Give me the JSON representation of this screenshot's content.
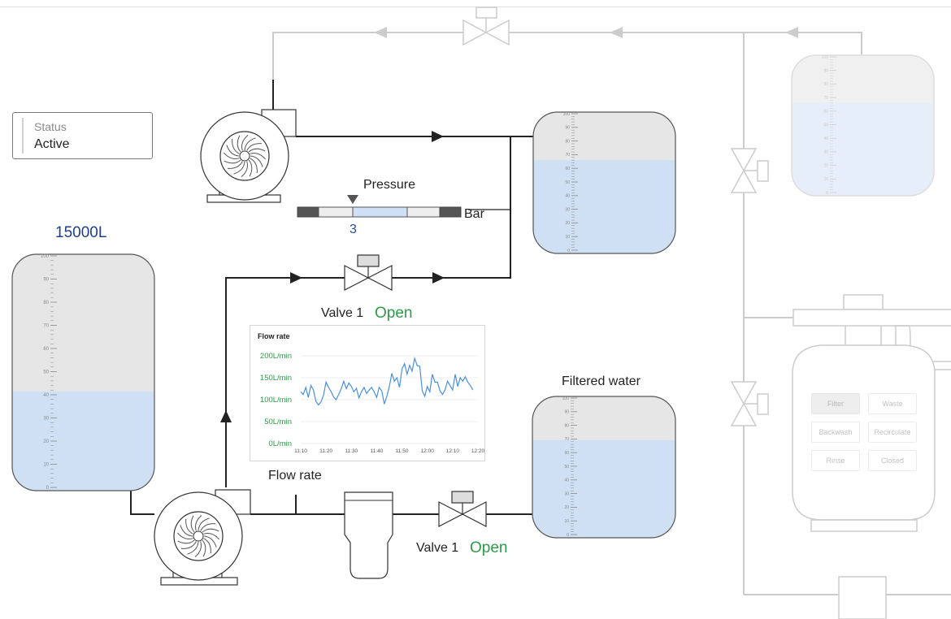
{
  "status_card": {
    "label": "Status",
    "value": "Active"
  },
  "main_tank": {
    "volume": "15000L",
    "level": 0.42,
    "scale": [
      "100",
      "90",
      "80",
      "70",
      "60",
      "50",
      "40",
      "30",
      "20",
      "10",
      "0"
    ]
  },
  "top_tank": {
    "level": 0.66
  },
  "filtered_tank": {
    "title": "Filtered water",
    "level": 0.69
  },
  "faded_tank": {
    "level": 0.66
  },
  "pressure": {
    "title": "Pressure",
    "value": "3",
    "unit": "Bar",
    "marker": 3
  },
  "valve_top": {
    "label": "Valve 1",
    "state": "Open"
  },
  "valve_bottom": {
    "label": "Valve 1",
    "state": "Open"
  },
  "flow_label": "Flow rate",
  "chart_data": {
    "type": "line",
    "title": "Flow rate",
    "x": [
      "11:10",
      "11:20",
      "11:30",
      "11:40",
      "11:50",
      "12:00",
      "12:10",
      "12:20"
    ],
    "y_ticks": [
      "200L/min",
      "150L/min",
      "100L/min",
      "50L/min",
      "0L/min"
    ],
    "ylim": [
      0,
      200
    ],
    "xlim": [
      0,
      70
    ],
    "series": [
      {
        "color": "#4a90e2",
        "points": [
          [
            0,
            118
          ],
          [
            1,
            112
          ],
          [
            2,
            128
          ],
          [
            3,
            105
          ],
          [
            4,
            132
          ],
          [
            5,
            122
          ],
          [
            6,
            96
          ],
          [
            7,
            88
          ],
          [
            8,
            95
          ],
          [
            9,
            110
          ],
          [
            10,
            140
          ],
          [
            11,
            128
          ],
          [
            12,
            118
          ],
          [
            13,
            106
          ],
          [
            14,
            100
          ],
          [
            15,
            112
          ],
          [
            16,
            125
          ],
          [
            17,
            142
          ],
          [
            18,
            125
          ],
          [
            19,
            138
          ],
          [
            20,
            130
          ],
          [
            21,
            118
          ],
          [
            22,
            126
          ],
          [
            23,
            104
          ],
          [
            24,
            118
          ],
          [
            25,
            128
          ],
          [
            26,
            114
          ],
          [
            27,
            122
          ],
          [
            28,
            128
          ],
          [
            29,
            118
          ],
          [
            30,
            105
          ],
          [
            31,
            128
          ],
          [
            32,
            120
          ],
          [
            33,
            90
          ],
          [
            34,
            108
          ],
          [
            35,
            130
          ],
          [
            36,
            160
          ],
          [
            37,
            142
          ],
          [
            38,
            150
          ],
          [
            39,
            128
          ],
          [
            40,
            170
          ],
          [
            41,
            182
          ],
          [
            42,
            158
          ],
          [
            43,
            178
          ],
          [
            44,
            165
          ],
          [
            45,
            194
          ],
          [
            46,
            178
          ],
          [
            47,
            176
          ],
          [
            48,
            120
          ],
          [
            49,
            108
          ],
          [
            50,
            130
          ],
          [
            51,
            118
          ],
          [
            52,
            158
          ],
          [
            53,
            140
          ],
          [
            54,
            140
          ],
          [
            55,
            120
          ],
          [
            56,
            112
          ],
          [
            57,
            122
          ],
          [
            58,
            142
          ],
          [
            59,
            132
          ],
          [
            60,
            122
          ],
          [
            61,
            158
          ],
          [
            62,
            130
          ],
          [
            63,
            150
          ],
          [
            64,
            142
          ],
          [
            65,
            152
          ],
          [
            66,
            140
          ],
          [
            67,
            132
          ],
          [
            68,
            122
          ]
        ]
      }
    ]
  },
  "mode_buttons": [
    "Filter",
    "Waste",
    "Backwash",
    "Recirculate",
    "Rinse",
    "Closed"
  ],
  "active_mode": "Filter",
  "colors": {
    "water": "#cfe0f5",
    "empty": "#e6e6e6",
    "pipe": "#222222",
    "faded_pipe": "#cccccc",
    "open": "#2e9b4a"
  }
}
